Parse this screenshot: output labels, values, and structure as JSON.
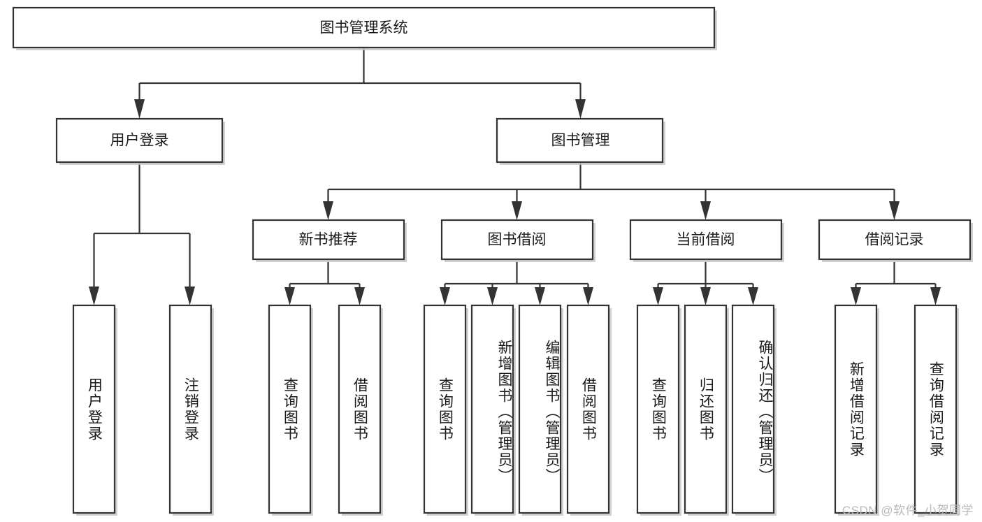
{
  "diagram": {
    "title": "图书管理系统",
    "type": "tree-hierarchy-chart",
    "watermark": "CSDN @软件_小贺同学",
    "colors": {
      "box_border": "#333333",
      "box_fill": "#ffffff",
      "edge": "#333333",
      "text": "#1a1a1a",
      "watermark": "#b9b9b9",
      "background": "#ffffff"
    },
    "levels": {
      "root": {
        "label": "图书管理系统"
      },
      "level2": [
        {
          "id": "user-login",
          "label": "用户登录"
        },
        {
          "id": "book-management",
          "label": "图书管理"
        }
      ],
      "level3": [
        {
          "id": "new-book-recommend",
          "label": "新书推荐",
          "parent": "book-management"
        },
        {
          "id": "book-borrow",
          "label": "图书借阅",
          "parent": "book-management"
        },
        {
          "id": "current-borrow",
          "label": "当前借阅",
          "parent": "book-management"
        },
        {
          "id": "borrow-record",
          "label": "借阅记录",
          "parent": "book-management"
        }
      ],
      "leaves": [
        {
          "id": "leaf-user-login",
          "label": "用户登录",
          "parent": "user-login"
        },
        {
          "id": "leaf-logout-login",
          "label": "注销登录",
          "parent": "user-login"
        },
        {
          "id": "leaf-query-books-1",
          "label": "查询图书",
          "parent": "new-book-recommend"
        },
        {
          "id": "leaf-borrow-books-1",
          "label": "借阅图书",
          "parent": "new-book-recommend"
        },
        {
          "id": "leaf-query-books-2",
          "label": "查询图书",
          "parent": "book-borrow"
        },
        {
          "id": "leaf-add-book",
          "label": "新增图书（管理员）",
          "parent": "book-borrow"
        },
        {
          "id": "leaf-edit-book",
          "label": "编辑图书（管理员）",
          "parent": "book-borrow"
        },
        {
          "id": "leaf-borrow-books-2",
          "label": "借阅图书",
          "parent": "book-borrow"
        },
        {
          "id": "leaf-query-books-3",
          "label": "查询图书",
          "parent": "current-borrow"
        },
        {
          "id": "leaf-return-book",
          "label": "归还图书",
          "parent": "current-borrow"
        },
        {
          "id": "leaf-confirm-return",
          "label": "确认归还（管理员）",
          "parent": "current-borrow"
        },
        {
          "id": "leaf-add-record",
          "label": "新增借阅记录",
          "parent": "borrow-record"
        },
        {
          "id": "leaf-query-record",
          "label": "查询借阅记录",
          "parent": "borrow-record"
        }
      ]
    }
  }
}
